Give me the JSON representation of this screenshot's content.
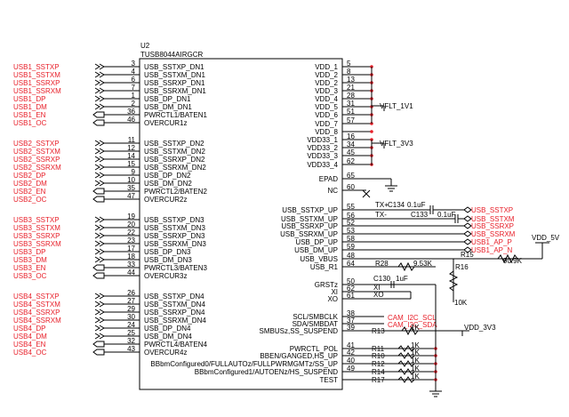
{
  "chip": {
    "ref": "U2",
    "part": "TUSB8044AIRGCR",
    "left_pins": [
      {
        "net": "USB1_SSTXP",
        "num": "3",
        "name": "USB_SSTXP_DN1",
        "kind": "diff"
      },
      {
        "net": "USB1_SSTXM",
        "num": "4",
        "name": "USB_SSTXM_DN1",
        "kind": "diff"
      },
      {
        "net": "USB1_SSRXP",
        "num": "6",
        "name": "USB_SSRXP_DN1",
        "kind": "diff"
      },
      {
        "net": "USB1_SSRXM",
        "num": "7",
        "name": "USB_SSRXM_DN1",
        "kind": "diff"
      },
      {
        "net": "USB1_DP",
        "num": "1",
        "name": "USB_DP_DN1",
        "kind": "diff"
      },
      {
        "net": "USB1_DM",
        "num": "2",
        "name": "USB_DM_DN1",
        "kind": "diff"
      },
      {
        "net": "USB1_EN",
        "num": "36",
        "name": "PWRCTL1/BATEN1",
        "kind": "port"
      },
      {
        "net": "USB1_OC",
        "num": "46",
        "name": "OVERCUR1z",
        "kind": "port"
      },
      {
        "net": "USB2_SSTXP",
        "num": "11",
        "name": "USB_SSTXP_DN2",
        "kind": "diff"
      },
      {
        "net": "USB2_SSTXM",
        "num": "12",
        "name": "USB_SSTXM_DN2",
        "kind": "diff"
      },
      {
        "net": "USB2_SSRXP",
        "num": "14",
        "name": "USB_SSRXP_DN2",
        "kind": "diff"
      },
      {
        "net": "USB2_SSRXM",
        "num": "15",
        "name": "USB_SSRXM_DN2",
        "kind": "diff"
      },
      {
        "net": "USB2_DP",
        "num": "9",
        "name": "USB_DP_DN2",
        "kind": "diff"
      },
      {
        "net": "USB2_DM",
        "num": "10",
        "name": "USB_DM_DN2",
        "kind": "diff"
      },
      {
        "net": "USB2_EN",
        "num": "35",
        "name": "PWRCTL2/BATEN2",
        "kind": "port"
      },
      {
        "net": "USB2_OC",
        "num": "47",
        "name": "OVERCUR2z",
        "kind": "port"
      },
      {
        "net": "USB3_SSTXP",
        "num": "19",
        "name": "USB_SSTXP_DN3",
        "kind": "diff"
      },
      {
        "net": "USB3_SSTXM",
        "num": "20",
        "name": "USB_SSTXM_DN3",
        "kind": "diff"
      },
      {
        "net": "USB3_SSRXP",
        "num": "22",
        "name": "USB_SSRXP_DN3",
        "kind": "diff"
      },
      {
        "net": "USB3_SSRXM",
        "num": "23",
        "name": "USB_SSRXM_DN3",
        "kind": "diff"
      },
      {
        "net": "USB3_DP",
        "num": "17",
        "name": "USB_DP_DN3",
        "kind": "diff"
      },
      {
        "net": "USB3_DM",
        "num": "18",
        "name": "USB_DM_DN3",
        "kind": "diff"
      },
      {
        "net": "USB3_EN",
        "num": "33",
        "name": "PWRCTL3/BATEN3",
        "kind": "port"
      },
      {
        "net": "USB3_OC",
        "num": "44",
        "name": "OVERCUR3z",
        "kind": "port"
      },
      {
        "net": "USB4_SSTXP",
        "num": "26",
        "name": "USB_SSTXP_DN4",
        "kind": "diff"
      },
      {
        "net": "USB4_SSTXM",
        "num": "27",
        "name": "USB_SSTXM_DN4",
        "kind": "diff"
      },
      {
        "net": "USB4_SSRXP",
        "num": "29",
        "name": "USB_SSRXP_DN4",
        "kind": "diff"
      },
      {
        "net": "USB4_SSRXM",
        "num": "30",
        "name": "USB_SSRXM_DN4",
        "kind": "diff"
      },
      {
        "net": "USB4_DP",
        "num": "24",
        "name": "USB_DP_DN4",
        "kind": "diff"
      },
      {
        "net": "USB4_DM",
        "num": "25",
        "name": "USB_DM_DN4",
        "kind": "diff"
      },
      {
        "net": "USB4_EN",
        "num": "32",
        "name": "PWRCTL4/BATEN4",
        "kind": "port"
      },
      {
        "net": "USB4_OC",
        "num": "43",
        "name": "OVERCUR4z",
        "kind": "port"
      }
    ],
    "right_pins": [
      {
        "name": "VDD_1",
        "num": "5"
      },
      {
        "name": "VDD_2",
        "num": "8"
      },
      {
        "name": "VDD_2",
        "num": "13"
      },
      {
        "name": "VDD_3",
        "num": "21"
      },
      {
        "name": "VDD_4",
        "num": "28"
      },
      {
        "name": "VDD_5",
        "num": "31"
      },
      {
        "name": "VDD_6",
        "num": "51"
      },
      {
        "name": "VDD_7",
        "num": "57"
      },
      {
        "name": "VDD_8",
        "num": ""
      },
      {
        "name": "VDD33_1",
        "num": "16"
      },
      {
        "name": "VDD33_2",
        "num": "34"
      },
      {
        "name": "VDD33_3",
        "num": "45"
      },
      {
        "name": "VDD33_4",
        "num": "62"
      },
      {
        "name": "EPAD",
        "num": "65"
      },
      {
        "name": "NC",
        "num": "60"
      },
      {
        "name": "USB_SSTXP_UP",
        "num": "55"
      },
      {
        "name": "USB_SSTXM_UP",
        "num": "56"
      },
      {
        "name": "USB_SSRXP_UP",
        "num": "52"
      },
      {
        "name": "USB_SSRXM_UP",
        "num": "53"
      },
      {
        "name": "USB_DP_UP",
        "num": "58"
      },
      {
        "name": "USB_DM_UP",
        "num": "59"
      },
      {
        "name": "USB_VBUS",
        "num": "48"
      },
      {
        "name": "USB_R1",
        "num": "64"
      },
      {
        "name": "GRSTz",
        "num": "50"
      },
      {
        "name": "XI",
        "num": "62"
      },
      {
        "name": "XO",
        "num": "61"
      },
      {
        "name": "SCL/SMBCLK",
        "num": "38"
      },
      {
        "name": "SDA/SMBDAT",
        "num": "37"
      },
      {
        "name": "SMBUSz,SS_SUSPEND",
        "num": "39"
      },
      {
        "name": "PWRCTL_POL",
        "num": "41"
      },
      {
        "name": "BBEN/GANGED,HS_UP",
        "num": "42"
      },
      {
        "name": "BBbmConfigured0/FULLAUTOz/FULLPWRMGMTz/SS_UP",
        "num": "40"
      },
      {
        "name": "BBbmConfigured1/AUTOENz/HS_SUSPEND",
        "num": "49"
      },
      {
        "name": "TEST",
        "num": ""
      }
    ]
  },
  "power": {
    "vflt_1v1": "VFLT_1V1",
    "vflt_3v3": "VFLT_3V3",
    "vdd_5v": "VDD_5V",
    "vdd_3v3": "VDD_3V3"
  },
  "upstream": {
    "tx_plus": "TX+",
    "tx_minus": "TX-",
    "c134": "C134",
    "c133": "C133",
    "cap_val_a": "0.1uF",
    "cap_val_b": "0.1uF",
    "nets": [
      "USB_SSTXP",
      "USB_SSTXM",
      "USB_SSRXP",
      "USB_SSRXM",
      "USB1_AP_P",
      "USB1_AP_N"
    ],
    "r15": "R15",
    "r15_val": "90.9K",
    "r16": "R16",
    "r16_val": "10K",
    "r28": "R28",
    "r28_val": "9.53K"
  },
  "crystal": {
    "c130": "C130",
    "c130_val": "1uF",
    "xi": "XI",
    "xo": "XO"
  },
  "i2c": {
    "r13": "R13",
    "r13_val": "1K",
    "scl_net": "CAM_I2C_SCL",
    "sda_net": "CAM_I2C_SDA"
  },
  "config_resistors": [
    {
      "ref": "R11",
      "val": "1K"
    },
    {
      "ref": "R10",
      "val": "1K"
    },
    {
      "ref": "R12",
      "val": "1K"
    },
    {
      "ref": "R14",
      "val": "1K"
    },
    {
      "ref": "R17",
      "val": "1K"
    }
  ]
}
